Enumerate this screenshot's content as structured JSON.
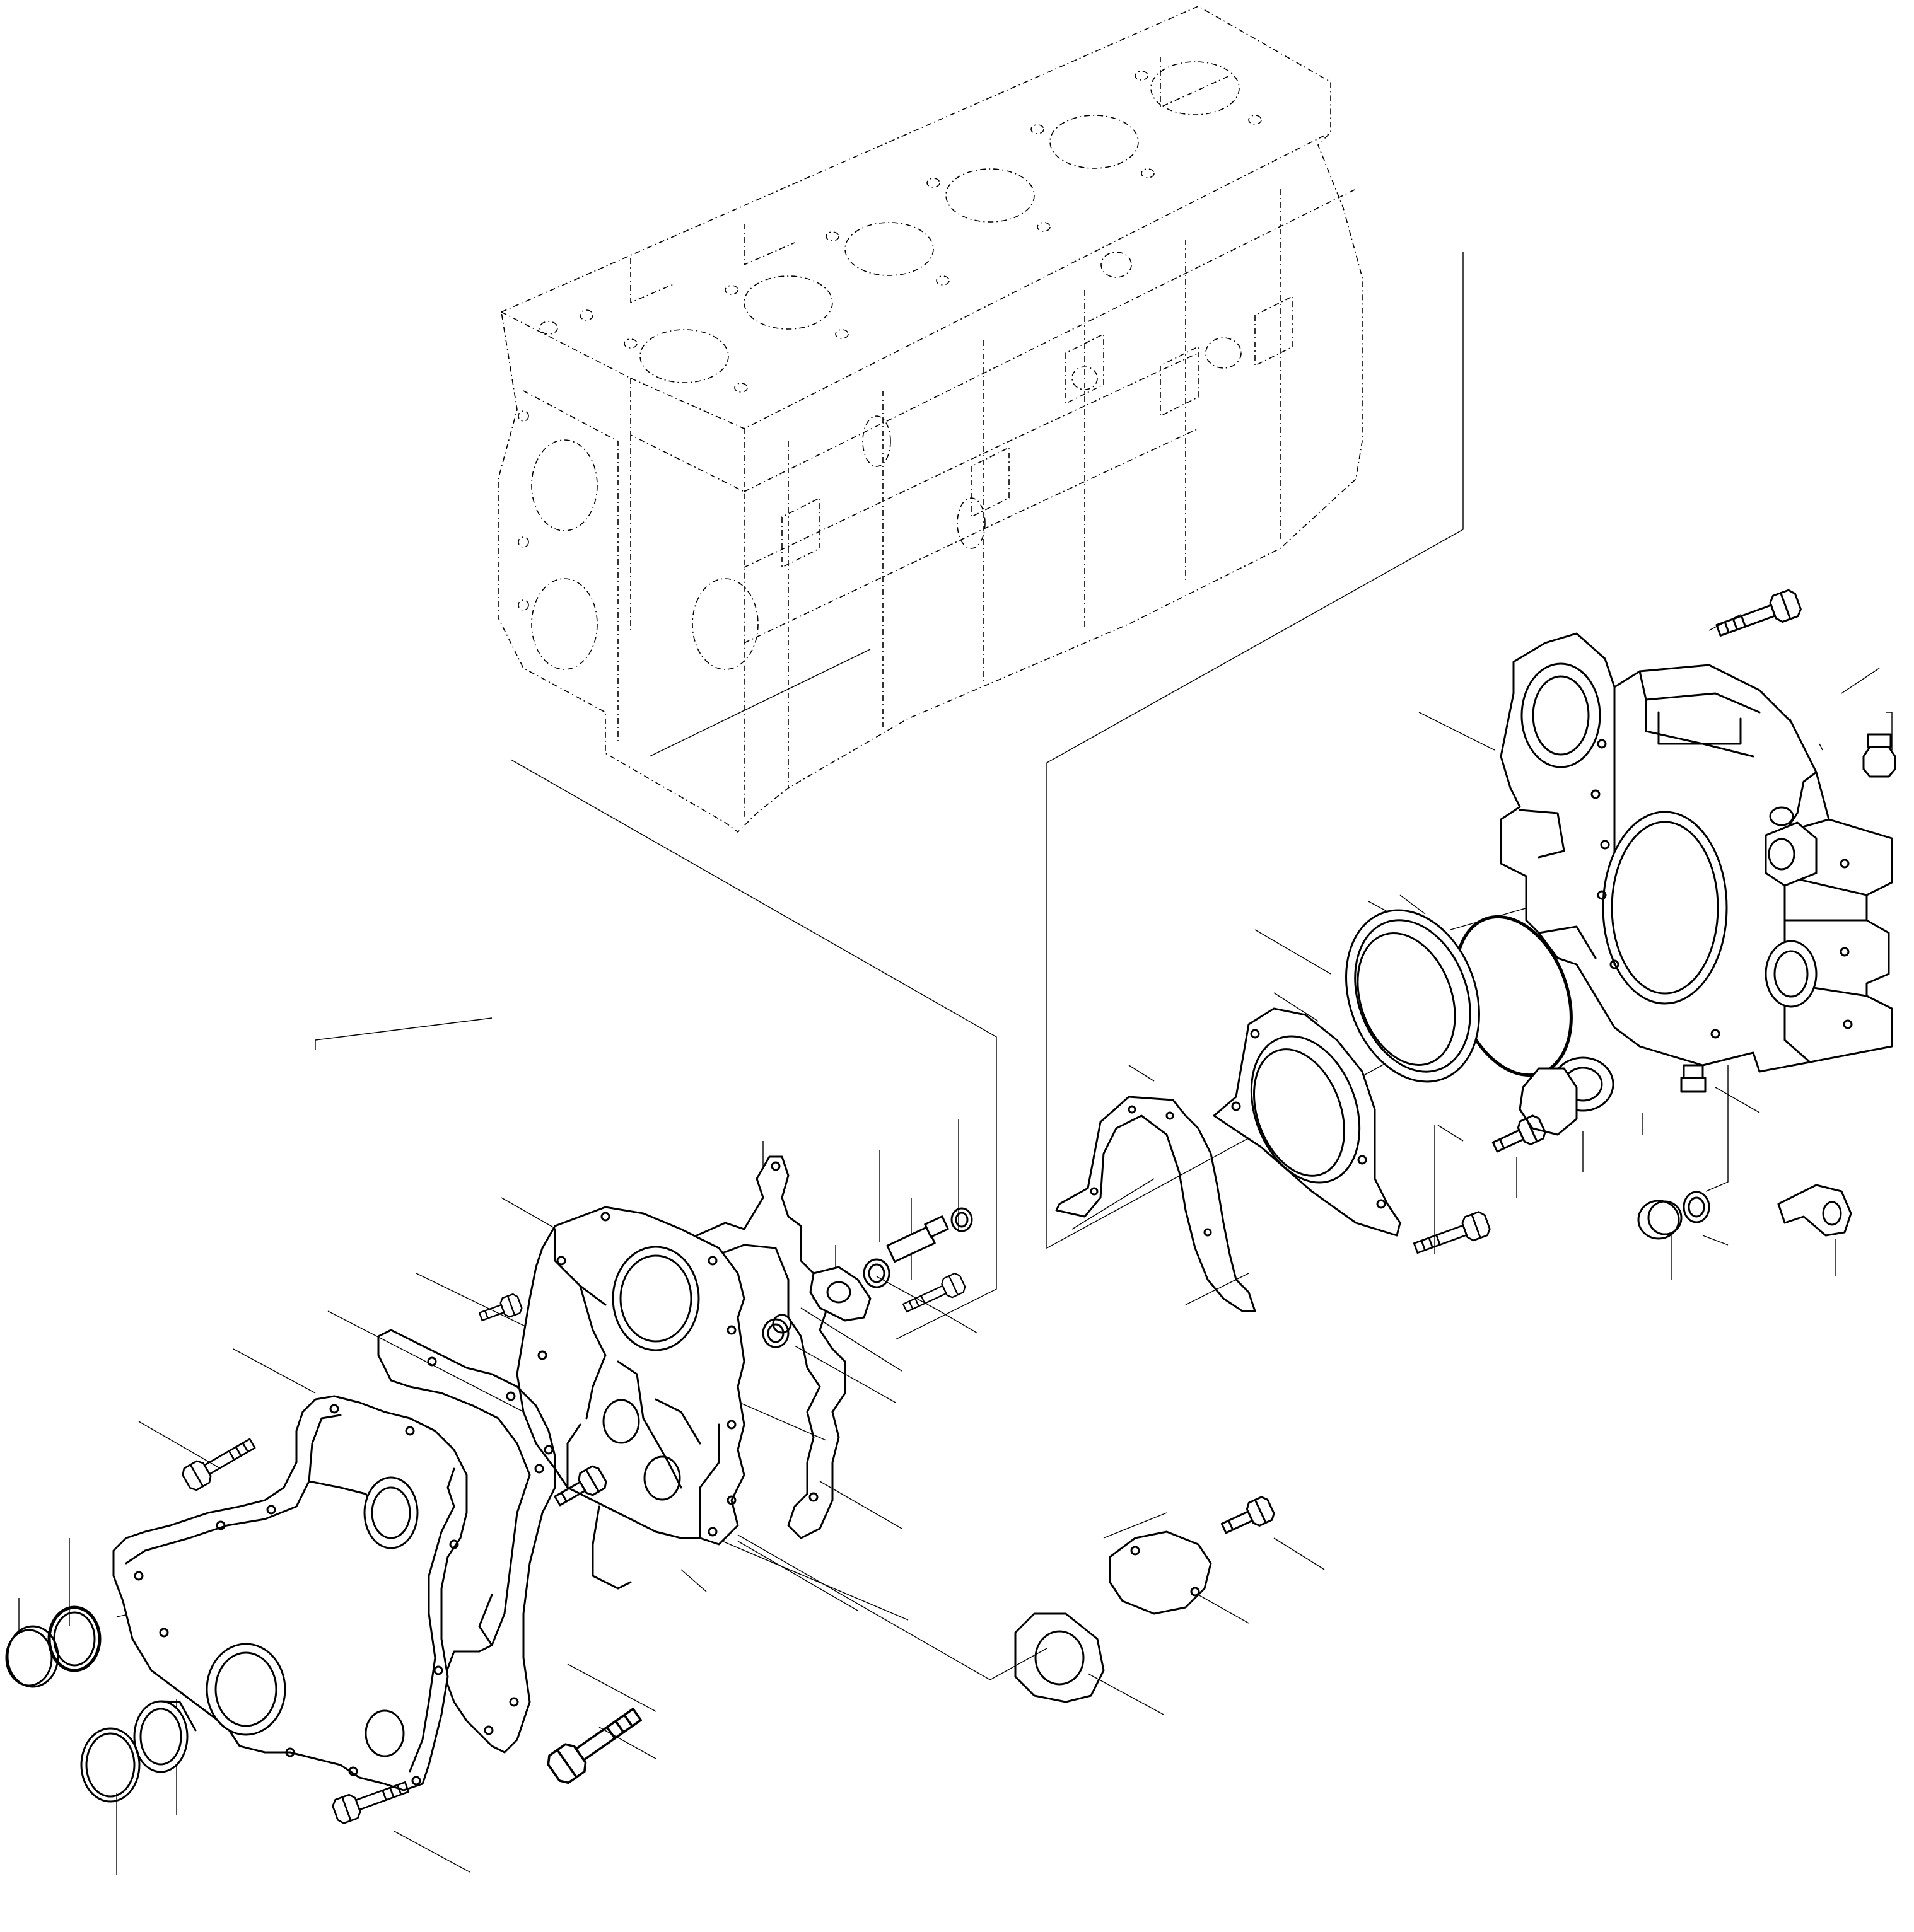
{
  "diagram": {
    "background_color": "#ffffff",
    "line_color": "#000000",
    "view": "exploded-assembly",
    "parts": [
      {
        "id": "cylinder-block",
        "kind": "reference-outline",
        "icon": "engine-block-icon"
      },
      {
        "id": "flywheel-housing",
        "kind": "housing",
        "icon": "flywheel-housing-icon"
      },
      {
        "id": "rear-oring",
        "kind": "o-ring",
        "icon": "o-ring-icon"
      },
      {
        "id": "rear-seal",
        "kind": "seal",
        "icon": "seal-icon"
      },
      {
        "id": "rear-seal-carrier",
        "kind": "cover",
        "icon": "seal-carrier-icon"
      },
      {
        "id": "rear-gasket",
        "kind": "gasket",
        "icon": "gasket-icon"
      },
      {
        "id": "timing-housing",
        "kind": "housing",
        "icon": "timing-housing-icon"
      },
      {
        "id": "timing-housing-gasket",
        "kind": "gasket",
        "icon": "gasket-icon"
      },
      {
        "id": "timing-cover-gasket",
        "kind": "gasket",
        "icon": "gasket-icon"
      },
      {
        "id": "timing-cover",
        "kind": "cover",
        "icon": "timing-cover-icon"
      },
      {
        "id": "cover-plate",
        "kind": "plate",
        "icon": "cover-plate-icon"
      },
      {
        "id": "cover-plate-gasket",
        "kind": "gasket",
        "icon": "gasket-icon"
      },
      {
        "id": "bolts",
        "kind": "fastener",
        "icon": "bolt-icon"
      },
      {
        "id": "plugs",
        "kind": "plug",
        "icon": "plug-icon"
      },
      {
        "id": "washers",
        "kind": "washer",
        "icon": "washer-icon"
      },
      {
        "id": "clip",
        "kind": "clip",
        "icon": "clip-icon"
      }
    ]
  }
}
